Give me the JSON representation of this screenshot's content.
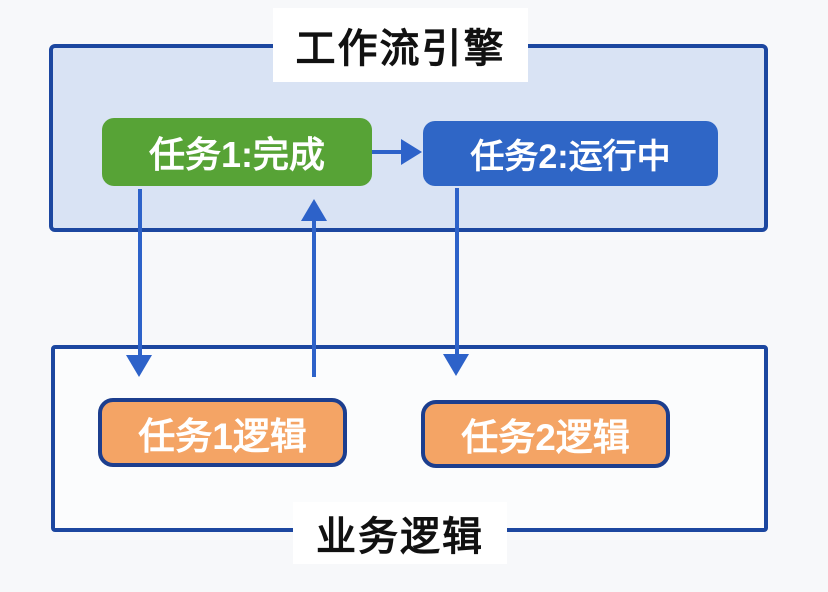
{
  "colors": {
    "page_background": "#f7f8fa",
    "container_fill": "#d9e3f4",
    "container_border": "#1c47a0",
    "logic_container_fill": "#fbfcfd",
    "task_complete_fill": "#57a336",
    "task_running_fill": "#2f66c6",
    "logic_fill": "#f4a465",
    "logic_border": "#1c3e8e",
    "arrow": "#2d62c9",
    "node_text": "#ffffff",
    "label_text": "#111111",
    "label_bg": "#ffffff"
  },
  "engine": {
    "label": "工作流引擎",
    "task1": "任务1:完成",
    "task2": "任务2:运行中"
  },
  "logic": {
    "label": "业务逻辑",
    "task1": "任务1逻辑",
    "task2": "任务2逻辑"
  }
}
